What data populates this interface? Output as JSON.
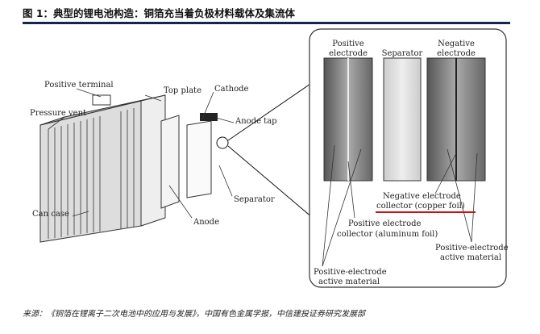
{
  "title": "图 1：典型的锂电池构造：铜箔充当着负极材料载体及集流体",
  "labels": {
    "positive_terminal": "Positive terminal",
    "top_plate": "Top plate",
    "cathode": "Cathode",
    "pressure_vent": "Pressure vent",
    "anode_tap": "Anode tap",
    "separator_left": "Separator",
    "can_case": "Can case",
    "anode": "Anode",
    "positive_electrode_1": "Positive",
    "positive_electrode_2": "electrode",
    "separator": "Separator",
    "negative_electrode_1": "Negative",
    "negative_electrode_2": "electrode",
    "neg_collector_1": "Negative electrode",
    "neg_collector_2": "collector (copper foil)",
    "pos_collector_1": "Positive electrode",
    "pos_collector_2": "collector (aluminum foil)",
    "pos_active_right_1": "Positive-electrode",
    "pos_active_right_2": "active material",
    "pos_active_left_1": "Positive-electrode",
    "pos_active_left_2": "active material"
  },
  "source": "来源：《铜箔在锂离子二次电池中的应用与发展》，中国有色金属学报，中信建投证券研究发展部",
  "colors": {
    "rule": "#15254f",
    "highlight": "#cc1111"
  }
}
